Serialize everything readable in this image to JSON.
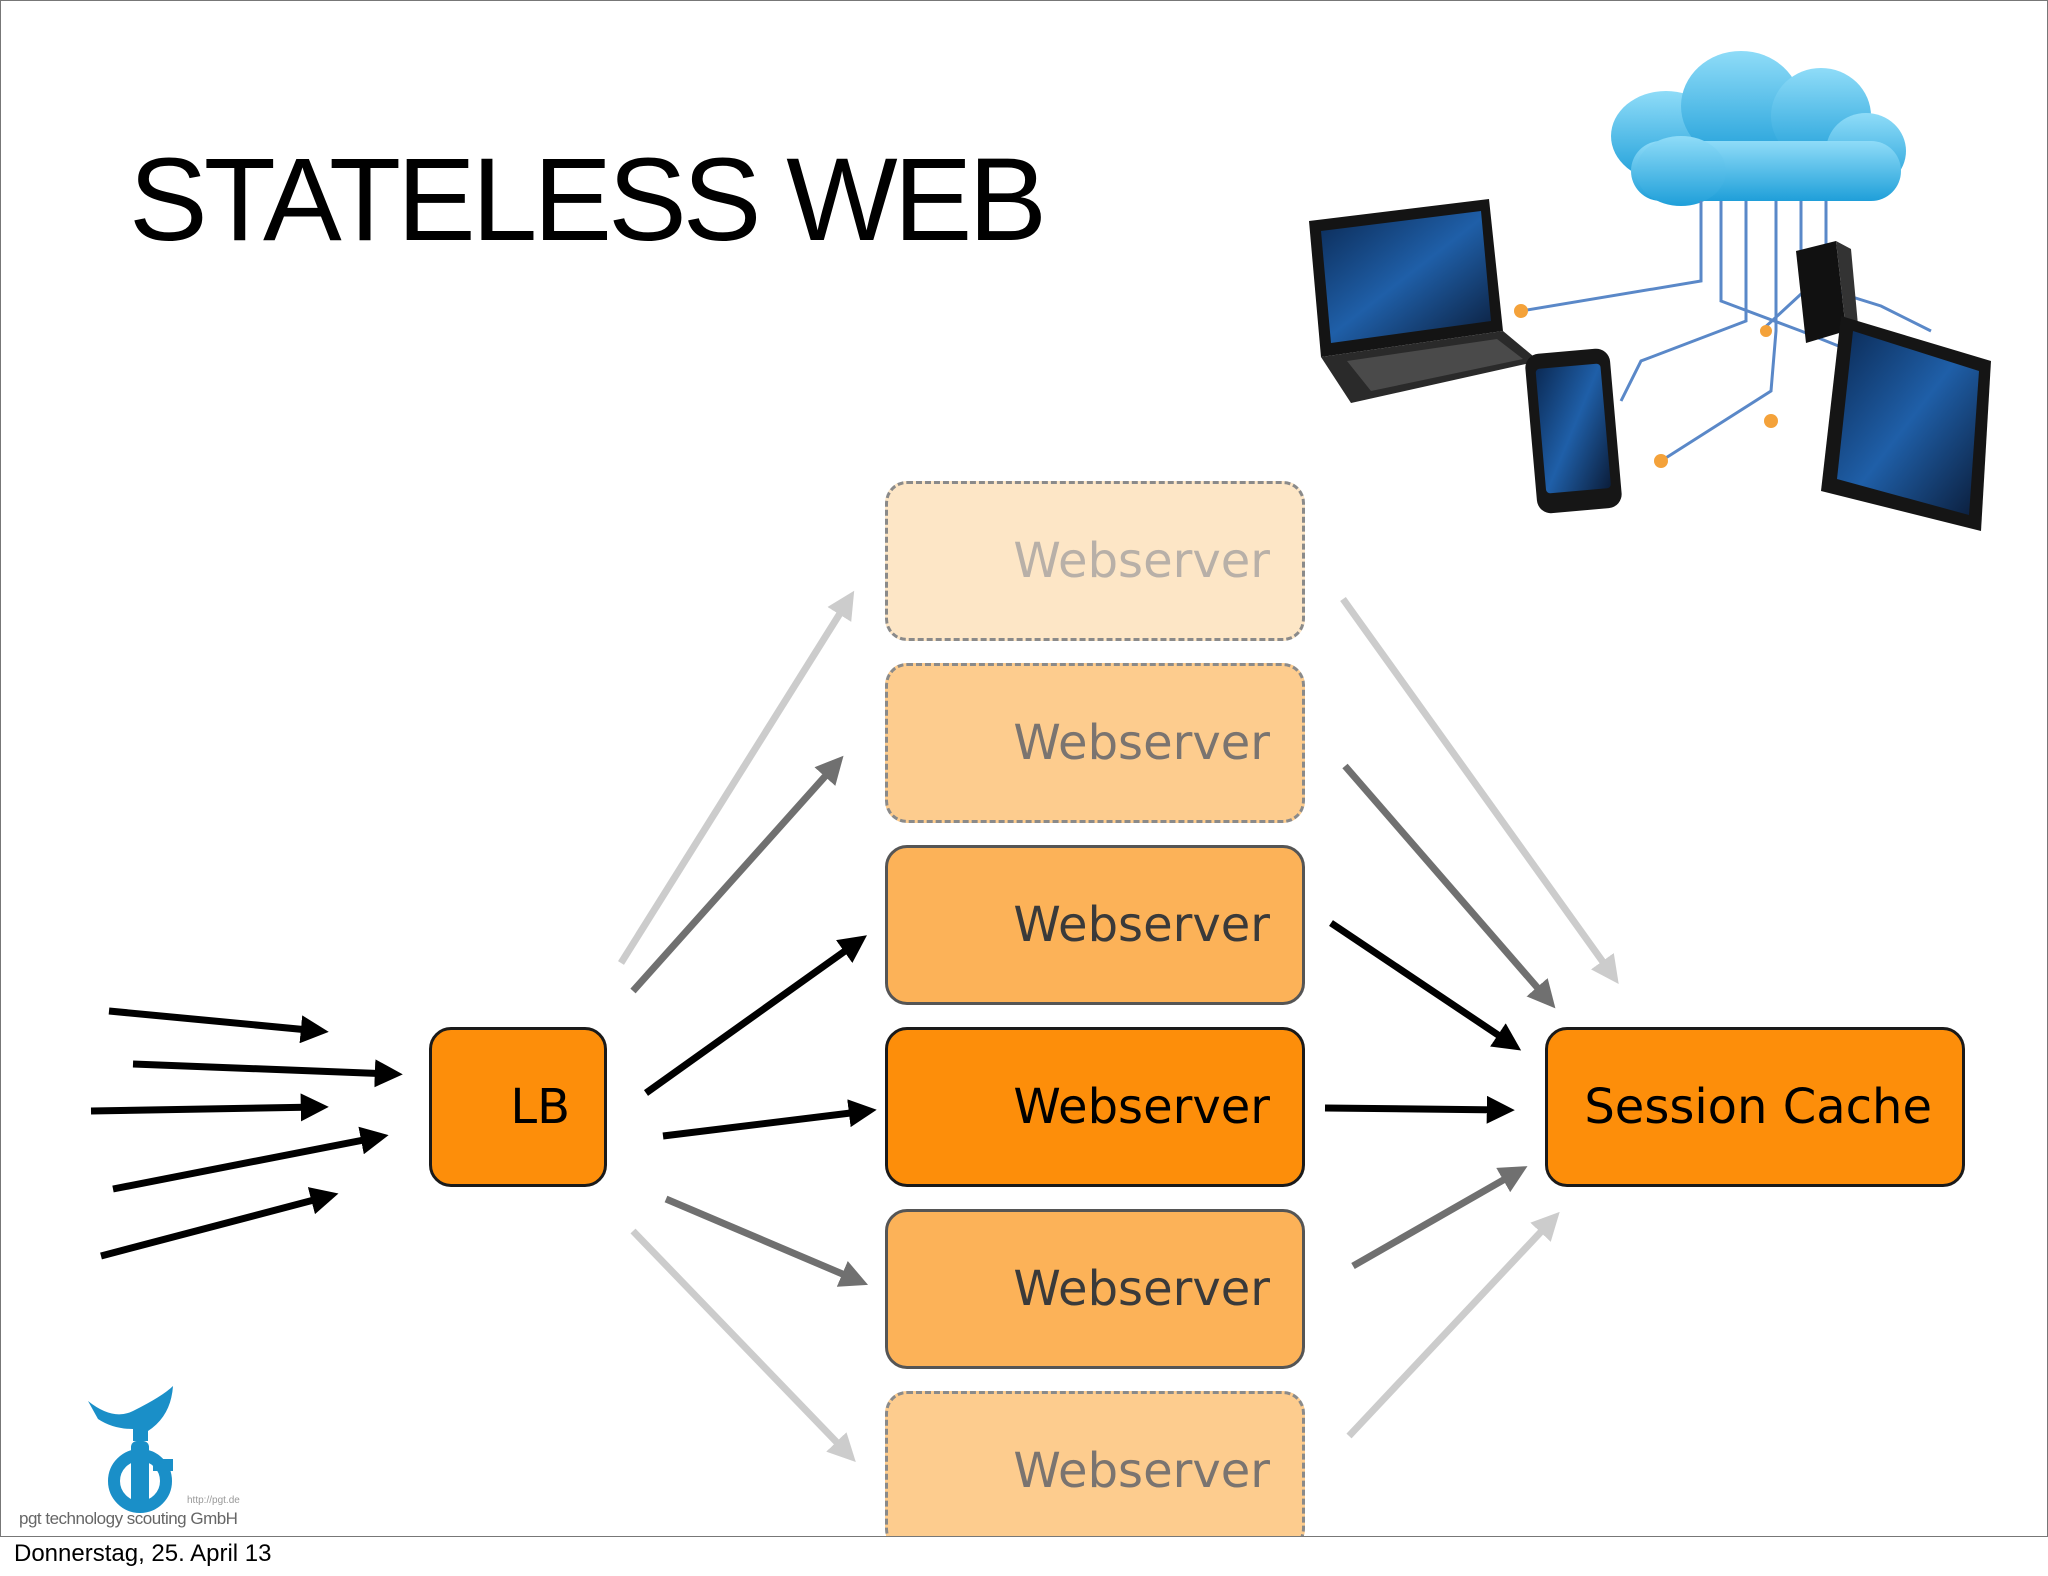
{
  "slide": {
    "title": "STATELESS WEB"
  },
  "diagram": {
    "load_balancer": "LB",
    "session_cache": "Session Cache",
    "webservers": [
      "Webserver",
      "Webserver",
      "Webserver",
      "Webserver",
      "Webserver",
      "Webserver"
    ]
  },
  "logo": {
    "name": "pgt technology scouting GmbH",
    "url": "http://pgt.de",
    "mark": "pgt",
    "color": "#1a8fc8"
  },
  "illustration": {
    "icon": "cloud-devices-icon"
  },
  "footer": {
    "date": "Donnerstag, 25. April 13"
  },
  "colors": {
    "accent": "#fd8e0a",
    "cloud": "#33aee5"
  }
}
